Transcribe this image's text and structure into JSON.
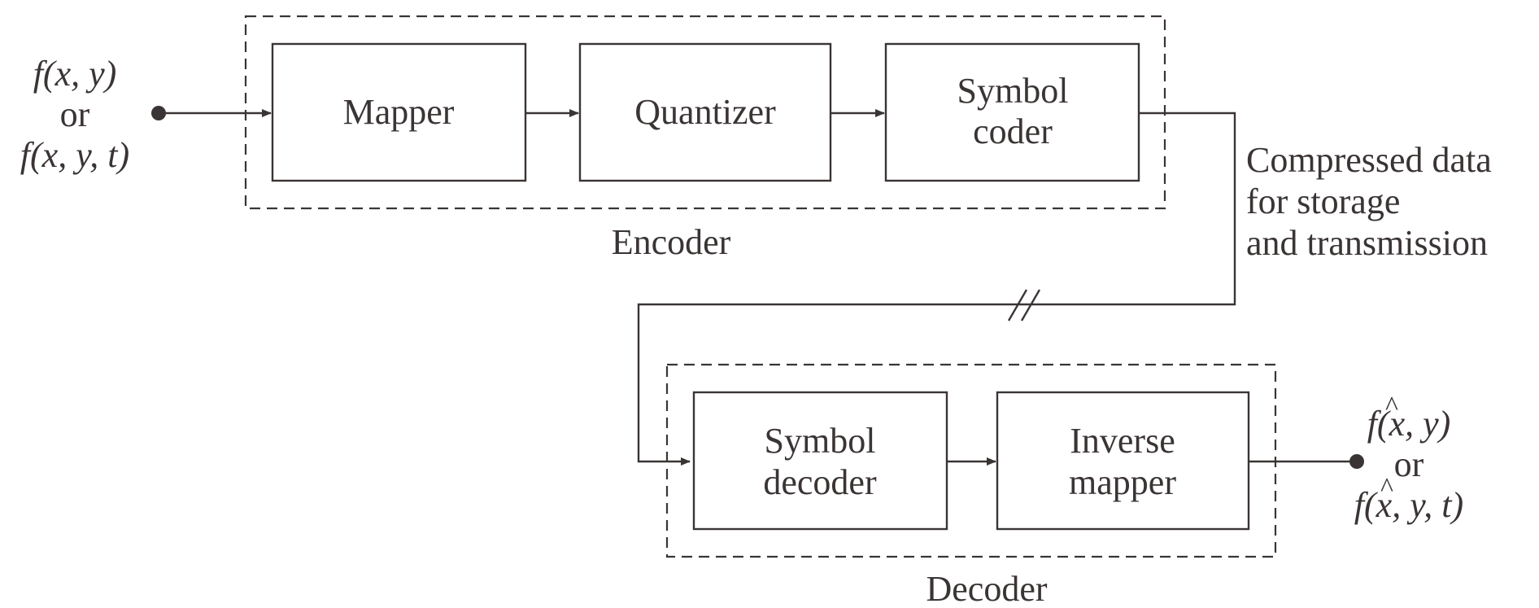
{
  "encoder": {
    "label": "Encoder",
    "blocks": {
      "mapper": "Mapper",
      "quantizer": "Quantizer",
      "symbol_coder": [
        "Symbol",
        "coder"
      ]
    }
  },
  "decoder": {
    "label": "Decoder",
    "blocks": {
      "symbol_decoder": [
        "Symbol",
        "decoder"
      ],
      "inverse_mapper": [
        "Inverse",
        "mapper"
      ]
    }
  },
  "channel": {
    "label": [
      "Compressed data",
      "for storage",
      "and transmission"
    ]
  },
  "input": {
    "line1": "f(x, y)",
    "line2": "or",
    "line3": "f(x, y, t)"
  },
  "output": {
    "line1": "f(x, y)",
    "line2": "or",
    "line3": "f(x, y, t)",
    "hat_glyph": "^"
  }
}
